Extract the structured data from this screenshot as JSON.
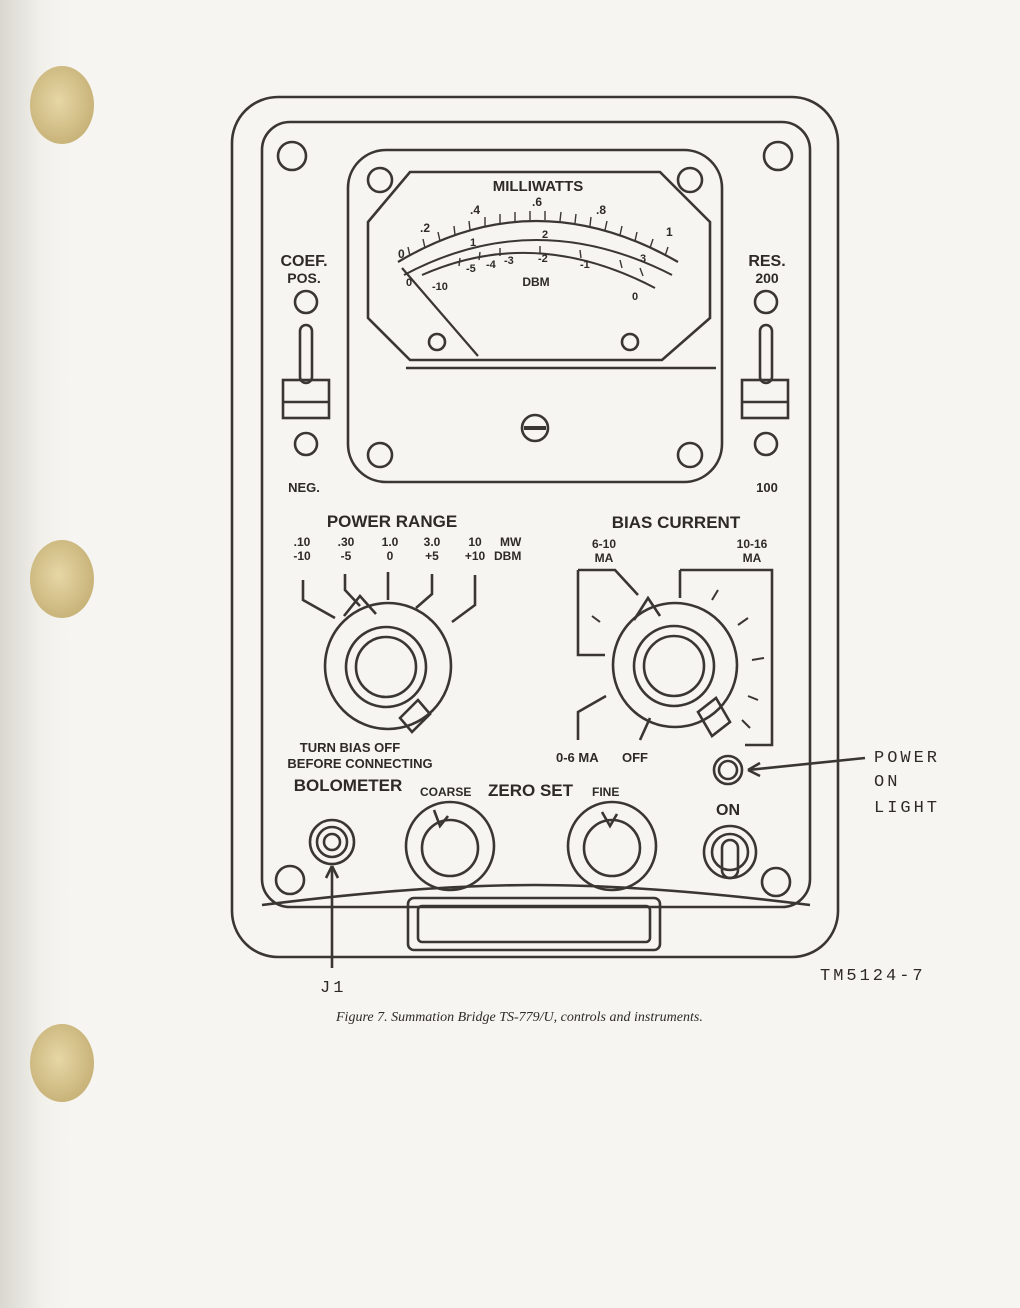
{
  "meter": {
    "title": "MILLIWATTS",
    "mw_scale": [
      "0",
      ".2",
      ".4",
      ".6",
      ".8",
      "1"
    ],
    "dbm_scale": [
      "-10",
      "-5",
      "-4",
      "-3",
      "-2",
      "-1",
      "0"
    ],
    "mid_scale": [
      "0",
      "1",
      "2",
      "3"
    ],
    "unit": "DBM"
  },
  "coef": {
    "label_top": "COEF.",
    "label_pos": "POS.",
    "label_neg": "NEG."
  },
  "res": {
    "label_top": "RES.",
    "label_200": "200",
    "label_100": "100"
  },
  "power_range": {
    "title": "POWER RANGE",
    "mw_values": [
      ".10",
      ".30",
      "1.0",
      "3.0",
      "10"
    ],
    "dbm_values": [
      "-10",
      "-5",
      "0",
      "+5",
      "+10"
    ],
    "unit_mw": "MW",
    "unit_dbm": "DBM"
  },
  "bias_current": {
    "title": "BIAS CURRENT",
    "range_a": "6-10",
    "range_a_unit": "MA",
    "range_b": "10-16",
    "range_b_unit": "MA",
    "range_low": "0-6 MA",
    "off": "OFF"
  },
  "warning": {
    "line1": "TURN BIAS OFF",
    "line2": "BEFORE CONNECTING"
  },
  "bolometer_label": "BOLOMETER",
  "zero_set": {
    "coarse": "COARSE",
    "title": "ZERO SET",
    "fine": "FINE"
  },
  "on_label": "ON",
  "callouts": {
    "power_on_light": [
      "POWER",
      "ON",
      "LIGHT"
    ],
    "j1": "J1",
    "fig_id": "TM5124-7"
  },
  "caption": "Figure 7.   Summation Bridge TS-779/U, controls and instruments."
}
